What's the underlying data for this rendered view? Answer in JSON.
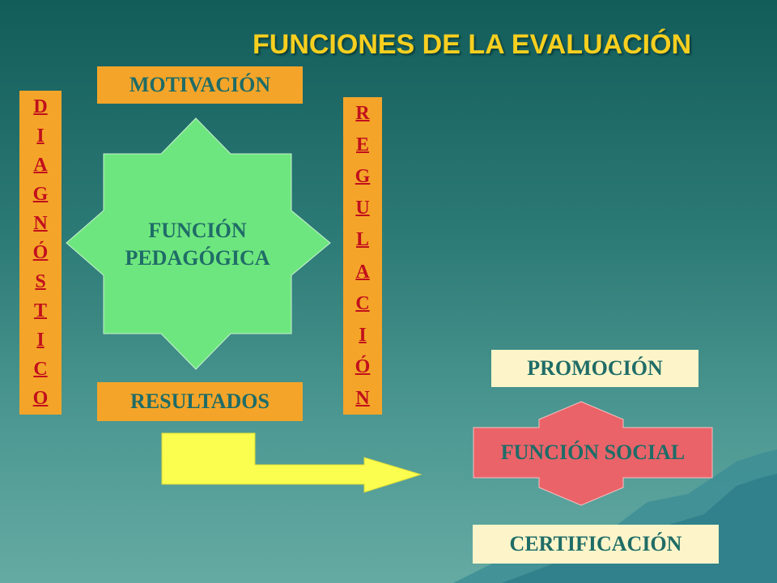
{
  "title": "FUNCIONES DE LA EVALUACIÓN",
  "pedagogical": {
    "center_line1": "FUNCIÓN",
    "center_line2": "PEDAGÓGICA",
    "top": "MOTIVACIÓN",
    "bottom": "RESULTADOS",
    "left_letters": [
      "D",
      "I",
      "A",
      "G",
      "N",
      "Ó",
      "S",
      "T",
      "I",
      "C",
      "O"
    ],
    "right_letters": [
      "R",
      "E",
      "G",
      "U",
      "L",
      "A",
      "C",
      "I",
      "Ó",
      "N"
    ]
  },
  "social": {
    "center": "FUNCIÓN SOCIAL",
    "top": "PROMOCIÓN",
    "bottom": "CERTIFICACIÓN"
  },
  "colors": {
    "orange": "#f4a529",
    "green": "#6ee67f",
    "red": "#e96369",
    "yellow": "#fbfd4f",
    "cream": "#fdf5c9",
    "title": "#f7cf1f"
  }
}
